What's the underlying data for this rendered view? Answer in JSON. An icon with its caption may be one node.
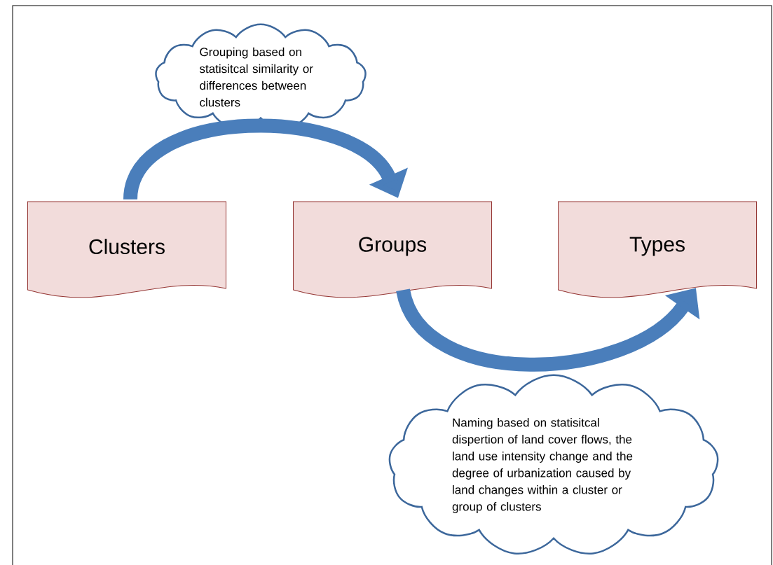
{
  "diagram": {
    "nodes": [
      {
        "text": [
          "Clusters"
        ]
      },
      {
        "text": [
          "Groups"
        ]
      },
      {
        "text": [
          "Types"
        ]
      },
      {
        "text": [
          "Grouping based on statisitcal similarity or differences between clusters"
        ]
      },
      {
        "text": [
          "Naming based on statisitcal dispertion of land cover flows, the land use intensity change and the degree of urbanization caused by land changes within a cluster or group of clusters"
        ]
      }
    ],
    "edges": [
      {
        "from": 0,
        "to": 1,
        "arrow": "to"
      },
      {
        "from": 1,
        "to": 2,
        "arrow": "to"
      }
    ]
  }
}
